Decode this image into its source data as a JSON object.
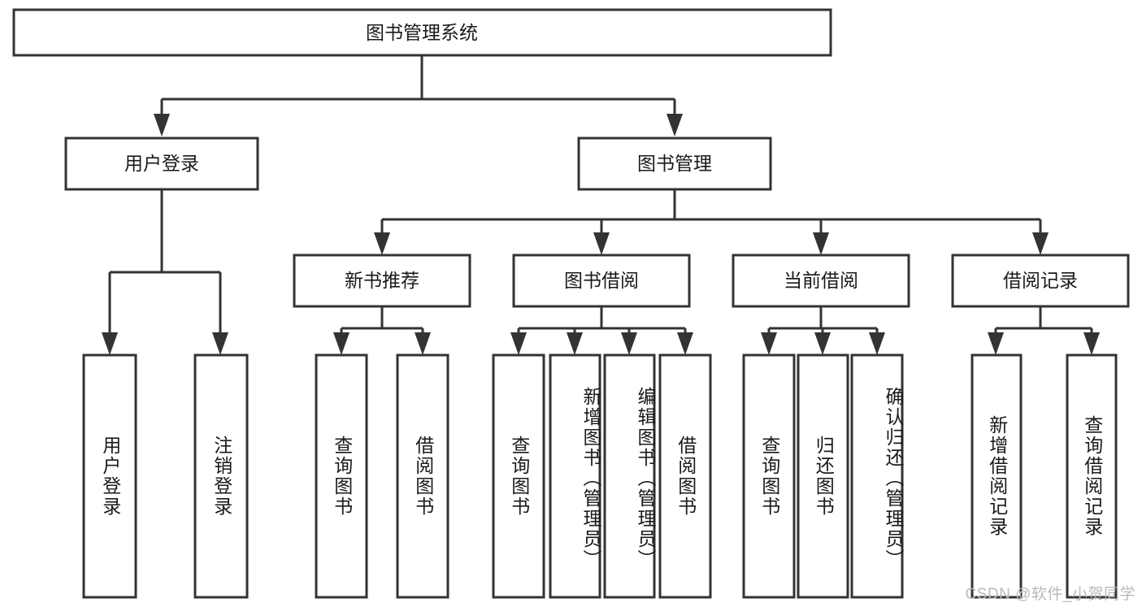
{
  "diagram": {
    "title": "图书管理系统",
    "type": "hierarchy-tree",
    "orientation": "top-down",
    "style": {
      "box_fill": "#ffffff",
      "box_stroke": "#333333",
      "text_color": "#1a1a1a",
      "background": "#ffffff"
    },
    "root": {
      "id": "root",
      "label": "图书管理系统"
    },
    "level1": [
      {
        "id": "user-login",
        "label": "用户登录"
      },
      {
        "id": "book-manage",
        "label": "图书管理"
      }
    ],
    "level2": [
      {
        "id": "new-book-recommend",
        "label": "新书推荐",
        "parent": "book-manage"
      },
      {
        "id": "book-borrow",
        "label": "图书借阅",
        "parent": "book-manage"
      },
      {
        "id": "current-borrow",
        "label": "当前借阅",
        "parent": "book-manage"
      },
      {
        "id": "borrow-record",
        "label": "借阅记录",
        "parent": "book-manage"
      }
    ],
    "leaves": {
      "user-login": [
        {
          "id": "leaf-user-login",
          "label": "用户登录"
        },
        {
          "id": "leaf-logout-login",
          "label": "注销登录"
        }
      ],
      "new-book-recommend": [
        {
          "id": "leaf-query-book-1",
          "label": "查询图书"
        },
        {
          "id": "leaf-borrow-book-1",
          "label": "借阅图书"
        }
      ],
      "book-borrow": [
        {
          "id": "leaf-query-book-2",
          "label": "查询图书"
        },
        {
          "id": "leaf-add-book",
          "label": "新增图书（管理员）"
        },
        {
          "id": "leaf-edit-book",
          "label": "编辑图书（管理员）"
        },
        {
          "id": "leaf-borrow-book-2",
          "label": "借阅图书"
        }
      ],
      "current-borrow": [
        {
          "id": "leaf-query-book-3",
          "label": "查询图书"
        },
        {
          "id": "leaf-return-book",
          "label": "归还图书"
        },
        {
          "id": "leaf-confirm-return",
          "label": "确认归还（管理员）"
        }
      ],
      "borrow-record": [
        {
          "id": "leaf-add-record",
          "label": "新增借阅记录"
        },
        {
          "id": "leaf-query-record",
          "label": "查询借阅记录"
        }
      ]
    }
  },
  "watermark": {
    "text": "CSDN @软件_小贺同学"
  }
}
